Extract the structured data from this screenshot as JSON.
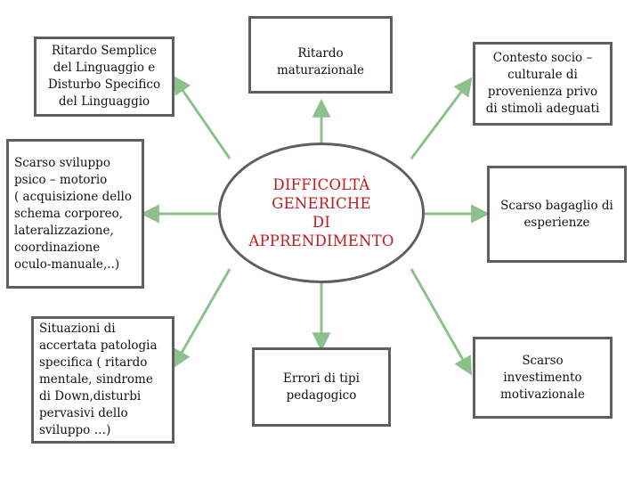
{
  "center": {
    "text": "DIFFICOLTÀ\nGENERICHE\nDI\nAPPRENDIMENTO"
  },
  "nodes": {
    "top_left": "Ritardo Semplice\ndel Linguaggio e\nDisturbo Specifico\ndel Linguaggio",
    "top_center": "Ritardo\nmaturazionale",
    "top_right": "Contesto socio –\nculturale di\nprovenienza privo\ndi stimoli adeguati",
    "middle_left": "Scarso sviluppo\npsico – motorio\n( acquisizione dello\nschema corporeo,\nlateralizzazione,\ncoordinazione\noculo-manuale,..)",
    "middle_right": "Scarso bagaglio di\nesperienze",
    "bottom_left": " Situazioni di\naccertata patologia\nspecifica ( ritardo\nmentale, sindrome\ndi Down,disturbi\npervasivi dello\nsviluppo …)",
    "bottom_center": "Errori di tipi\npedagogico",
    "bottom_right": "Scarso\ninvestimento\nmotivazionale"
  },
  "colors": {
    "arrow": "#8dc18b",
    "box_border": "#5f5f5f",
    "center_text": "#c0191e",
    "text": "#111111"
  }
}
